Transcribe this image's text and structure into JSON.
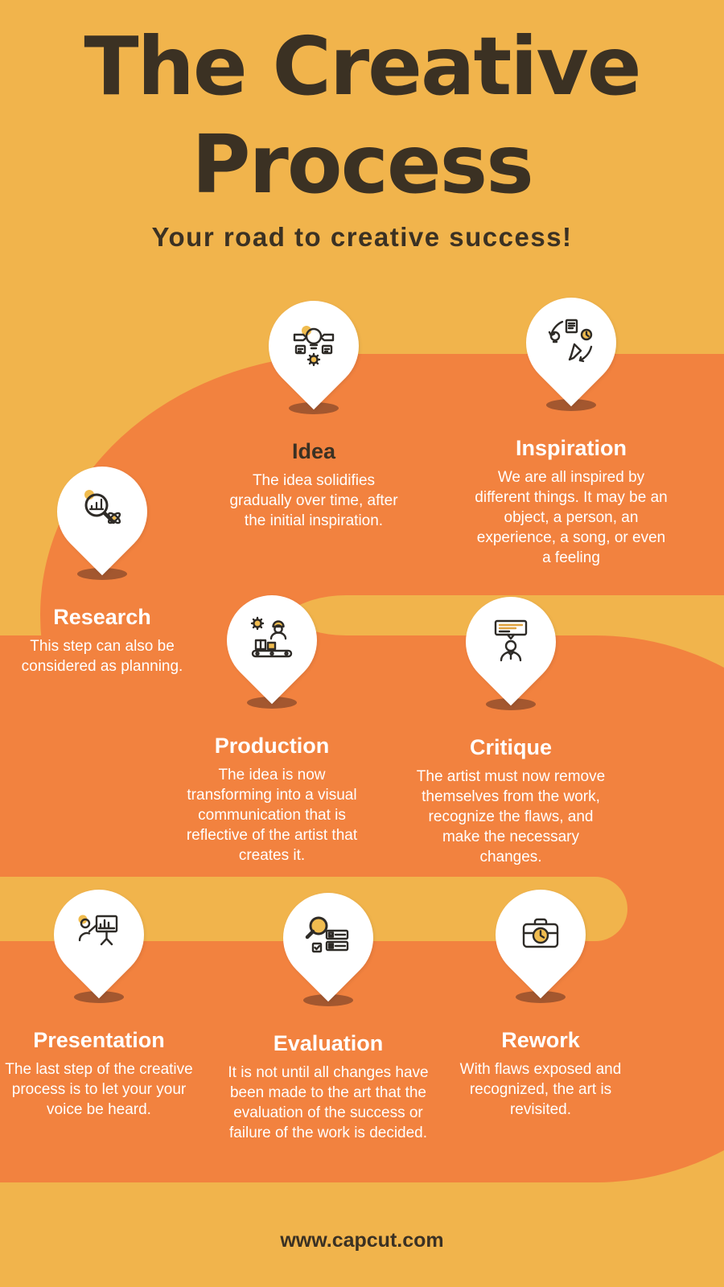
{
  "page": {
    "title_line1": "The Creative",
    "title_line2": "Process",
    "subtitle": "Your road to creative success!",
    "footer": "www.capcut.com"
  },
  "colors": {
    "background": "#F1B44C",
    "road": "#F2823F",
    "heading_text": "#3B3123",
    "step_text": "#FFFFFF",
    "pin_fill": "#FFFFFF",
    "pin_shadow": "#A3572F",
    "icon_accent": "#F0BC4F"
  },
  "steps": [
    {
      "title": "Idea",
      "icon": "idea-icon",
      "description": "The idea solidifies gradually over time, after the initial inspiration."
    },
    {
      "title": "Inspiration",
      "icon": "inspiration-icon",
      "description": "We are all inspired by different things.  It may be an object, a person, an experience, a song, or even a feeling"
    },
    {
      "title": "Research",
      "icon": "research-icon",
      "description": "This step can also be considered as planning."
    },
    {
      "title": "Production",
      "icon": "production-icon",
      "description": "The idea is now transforming into a visual communication that is reflective of the artist that creates it."
    },
    {
      "title": "Critique",
      "icon": "critique-icon",
      "description": "The artist must now remove themselves from the work, recognize the flaws, and make the necessary changes."
    },
    {
      "title": "Presentation",
      "icon": "presentation-icon",
      "description": "The last step of the creative process is to let your your voice be heard."
    },
    {
      "title": "Evaluation",
      "icon": "evaluation-icon",
      "description": "It is not until all changes have been made to the art that the evaluation of the success or failure of the work is decided."
    },
    {
      "title": "Rework",
      "icon": "rework-icon",
      "description": "With flaws exposed and recognized, the art is revisited."
    }
  ]
}
